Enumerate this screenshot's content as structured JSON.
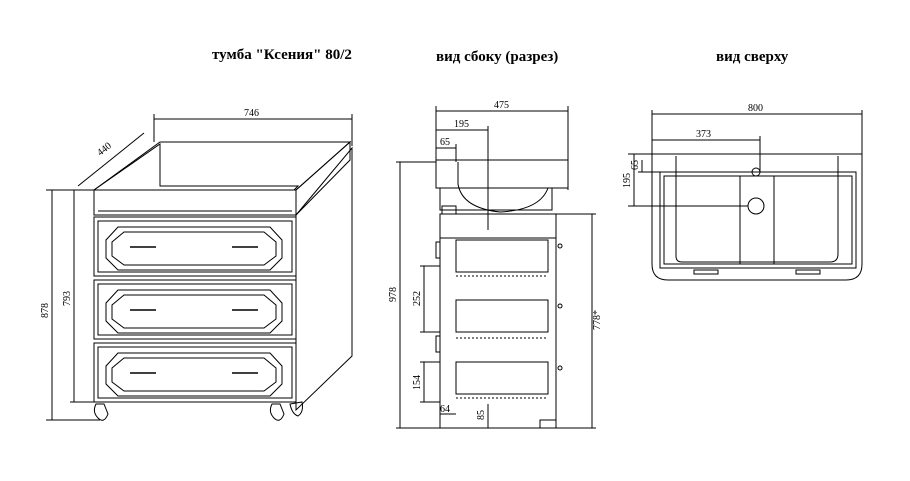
{
  "titles": {
    "front": "тумба \"Ксения\" 80/2",
    "side": "вид сбоку (разрез)",
    "top": "вид сверху"
  },
  "dims": {
    "front_width": "746",
    "front_depth": "440",
    "front_height": "878",
    "front_body_height": "793",
    "side_depth": "475",
    "side_offset": "195",
    "side_top": "65",
    "side_height": "978",
    "side_drawer": "252",
    "side_inner": "778*",
    "side_bottom_drawer": "154",
    "side_foot_offset": "64",
    "side_leg": "85",
    "top_width": "800",
    "top_offset": "373",
    "top_depth": "195",
    "top_small": "65"
  }
}
